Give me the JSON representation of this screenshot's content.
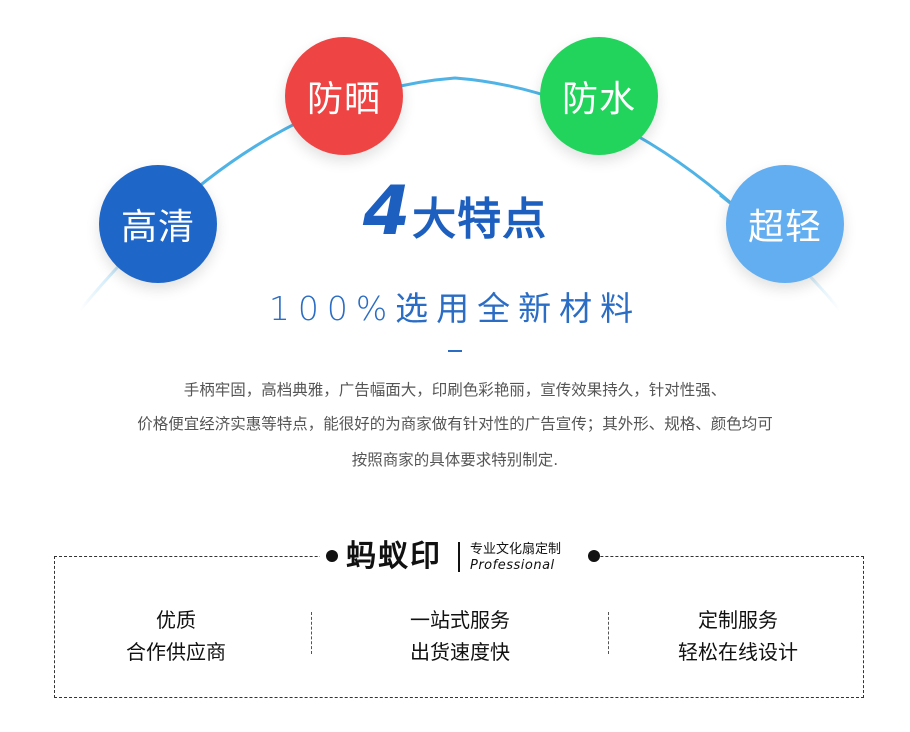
{
  "colors": {
    "arc": "#4fb3e6",
    "qing": "#1f66c9",
    "shai": "#ee4444",
    "shui": "#22d45c",
    "qingl": "#63aef0",
    "headline": "#1c5fbf"
  },
  "circles": {
    "gaoqing": "高清",
    "fangshai": "防晒",
    "fangshui": "防水",
    "chaoqing": "超轻"
  },
  "headline": {
    "number": "4",
    "text": "大特点"
  },
  "subline": "100%选用全新材料",
  "description": {
    "line1": "手柄牢固，高档典雅，广告幅面大，印刷色彩艳丽，宣传效果持久，针对性强、",
    "line2": "价格便宜经济实惠等特点，能很好的为商家做有针对性的广告宣传；其外形、规格、颜色均可",
    "line3": "按照商家的具体要求特别制定."
  },
  "brand": {
    "name": "蚂蚁印",
    "sub": "专业文化扇定制",
    "en": "Professional"
  },
  "features": [
    {
      "line1": "优质",
      "line2": "合作供应商"
    },
    {
      "line1": "一站式服务",
      "line2": "出货速度快"
    },
    {
      "line1": "定制服务",
      "line2": "轻松在线设计"
    }
  ]
}
